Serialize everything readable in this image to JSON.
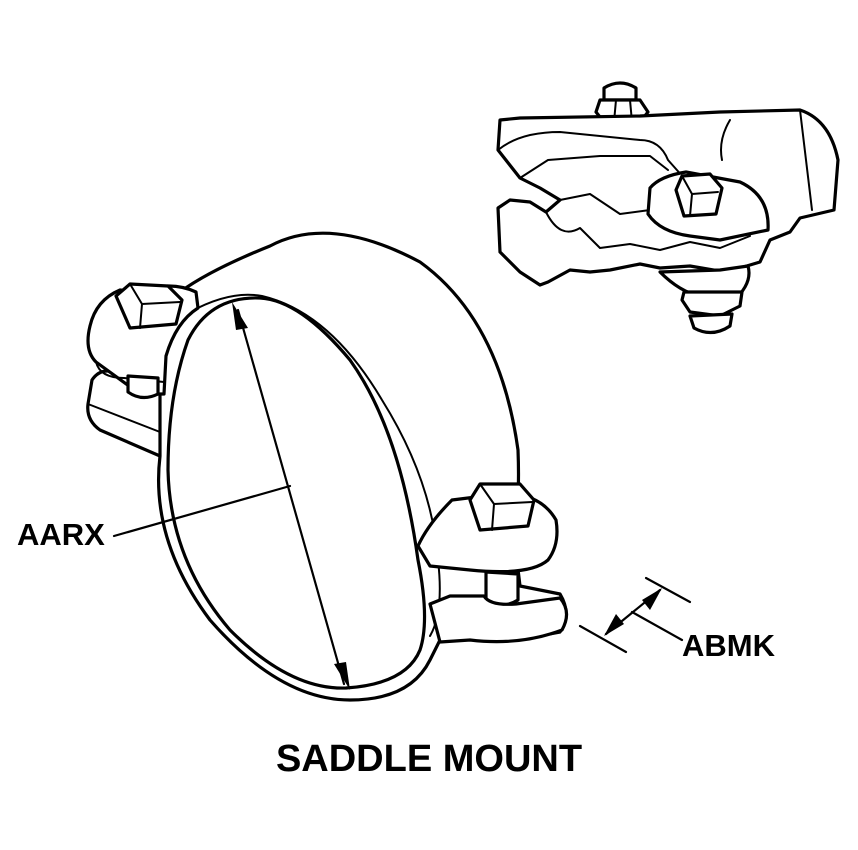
{
  "labels": {
    "inner_diameter": "AARX",
    "band_width": "ABMK",
    "title": "SADDLE MOUNT"
  }
}
